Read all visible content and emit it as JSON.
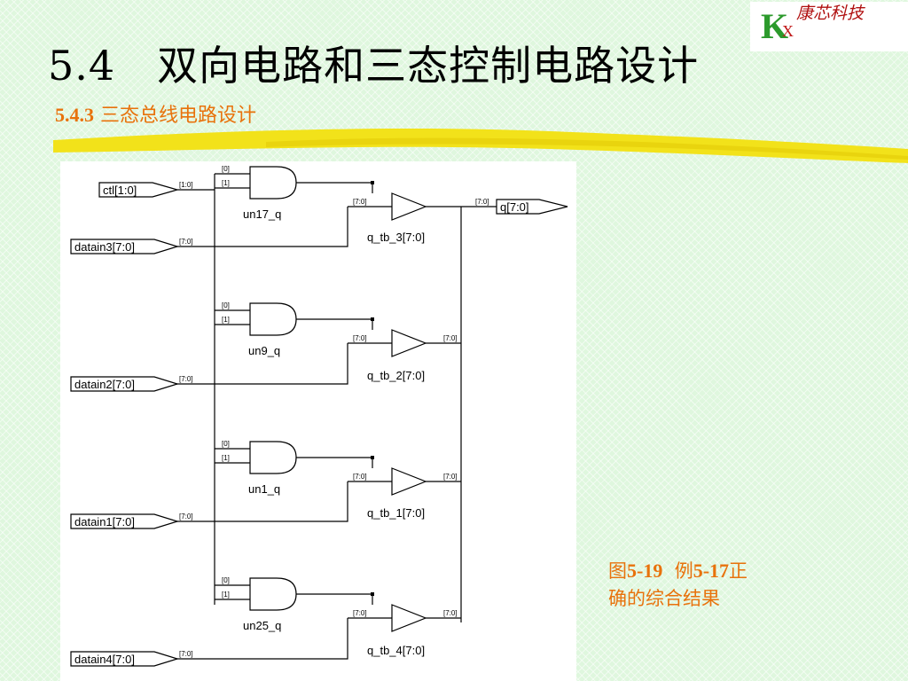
{
  "logo": {
    "letter_k": "K",
    "letter_x": "X",
    "company": "康芯科技",
    "colors": {
      "k": "#2c9a2c",
      "x": "#c01818",
      "name": "#b01010"
    }
  },
  "slide": {
    "title": "5.4　双向电路和三态控制电路设计",
    "subtitle_number": "5.4.3",
    "subtitle_text": "三态总线电路设计",
    "accent_color": "#e8720c",
    "highlight_color": "#f2e21a"
  },
  "diagram": {
    "ports": {
      "ctl": "ctl[1:0]",
      "q": "q[7:0]",
      "datain3": "datain3[7:0]",
      "datain2": "datain2[7:0]",
      "datain1": "datain1[7:0]",
      "datain4": "datain4[7:0]"
    },
    "bus_labels": {
      "ctl": "[1:0]",
      "data": "[7:0]",
      "bit0": "[0]",
      "bit1": "[1]",
      "out": "[7:0]"
    },
    "gates": {
      "g1": "un17_q",
      "g2": "un9_q",
      "g3": "un1_q",
      "g4": "un25_q"
    },
    "buffers": {
      "b1": "q_tb_3[7:0]",
      "b2": "q_tb_2[7:0]",
      "b3": "q_tb_1[7:0]",
      "b4": "q_tb_4[7:0]"
    }
  },
  "caption": {
    "fig_prefix": "图",
    "fig_number": "5-19",
    "example_prefix": "例",
    "example_number": "5-17",
    "text_1": "正",
    "text_2": "确的综合结果"
  }
}
